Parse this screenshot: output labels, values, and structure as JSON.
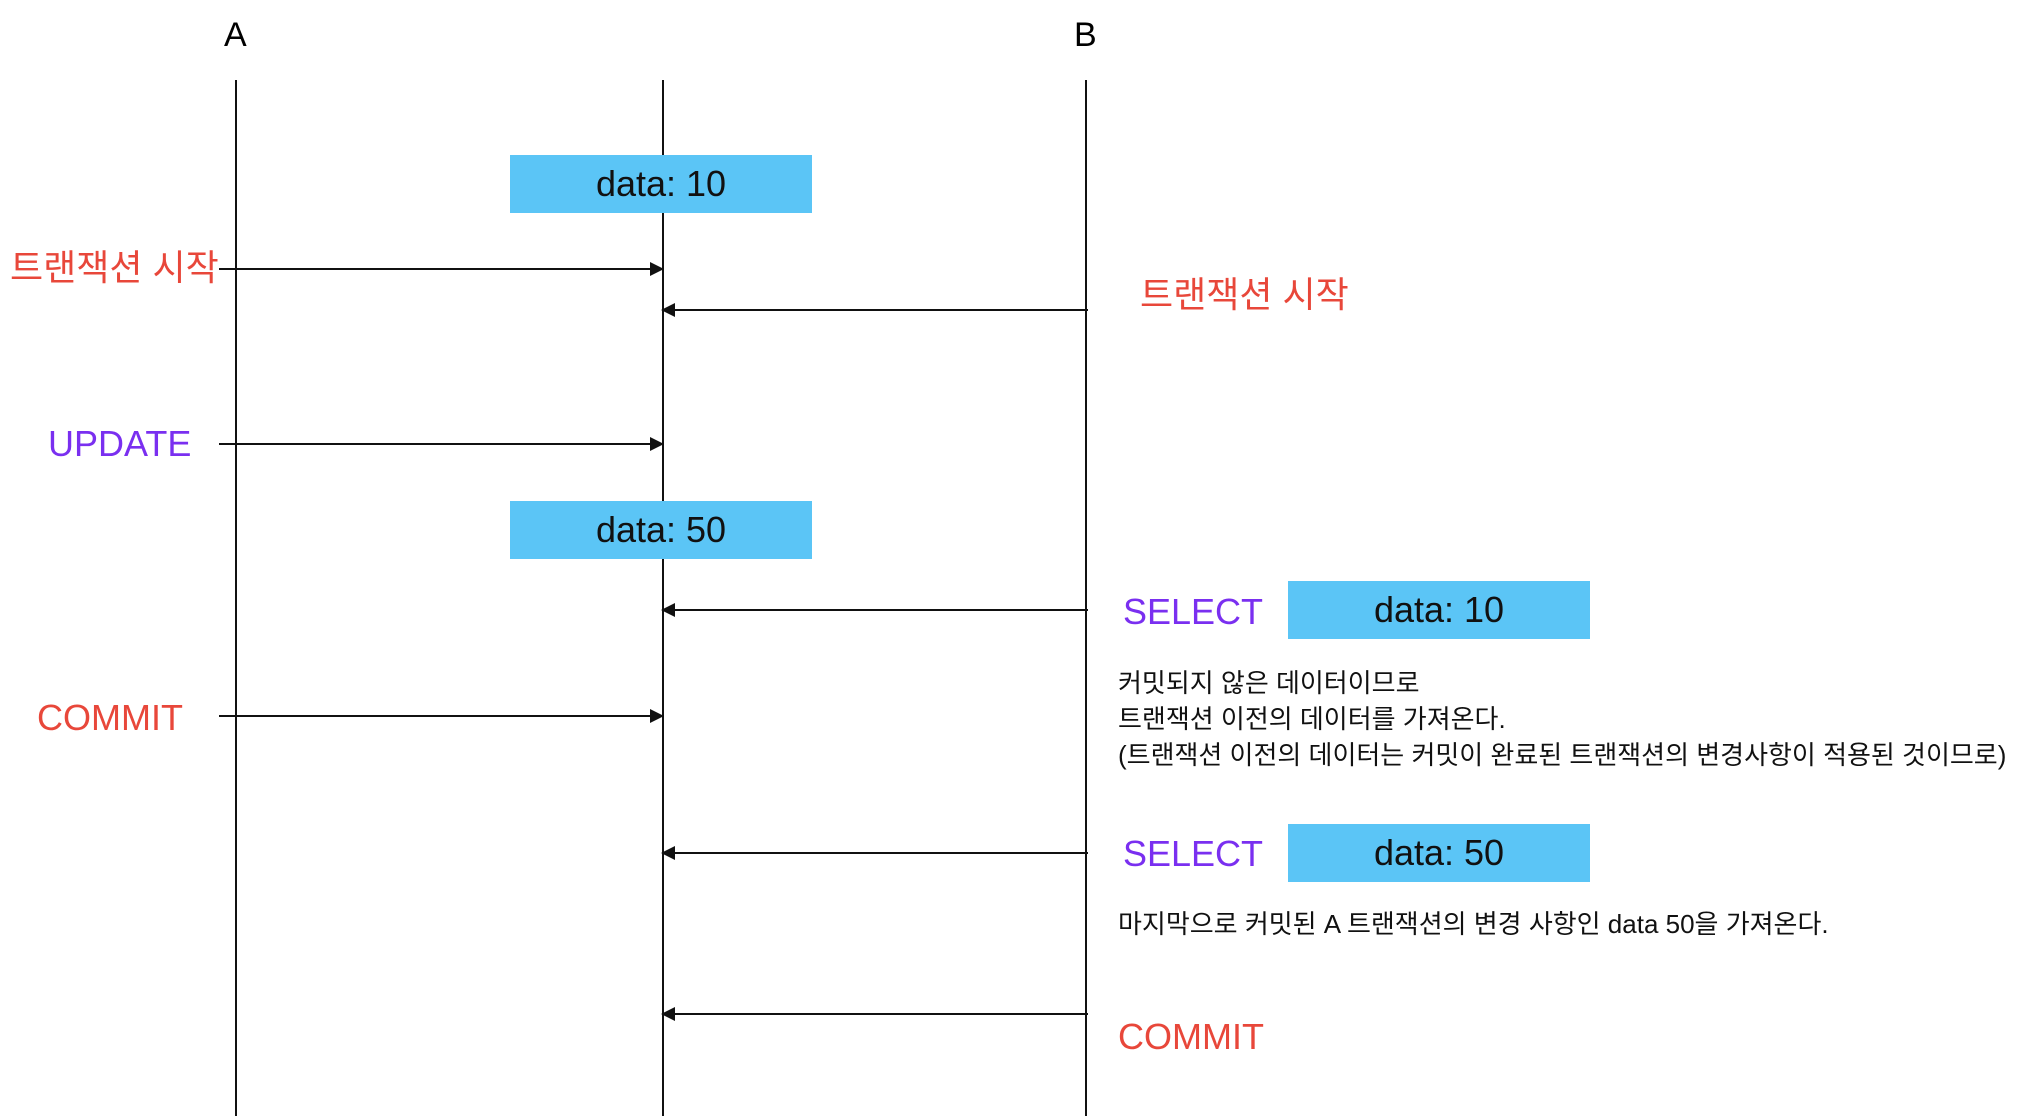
{
  "actors": {
    "a": "A",
    "b": "B"
  },
  "boxes": {
    "initial": "data: 10",
    "after_update": "data: 50",
    "select1_result": "data: 10",
    "select2_result": "data: 50"
  },
  "labels": {
    "a_tx_start": "트랜잭션 시작",
    "b_tx_start": "트랜잭션 시작",
    "a_update": "UPDATE",
    "a_commit": "COMMIT",
    "b_select1": "SELECT",
    "b_select2": "SELECT",
    "b_commit": "COMMIT"
  },
  "notes": {
    "select1": [
      "커밋되지 않은 데이터이므로",
      "트랜잭션 이전의 데이터를 가져온다.",
      "(트랜잭션 이전의 데이터는 커밋이 완료된 트랜잭션의 변경사항이 적용된 것이므로)"
    ],
    "select2": "마지막으로 커밋된 A 트랜잭션의 변경 사항인 data 50을 가져온다."
  },
  "colors": {
    "transaction": "#e8473a",
    "query": "#7a2ff0",
    "data_box": "#5bc5f6"
  }
}
